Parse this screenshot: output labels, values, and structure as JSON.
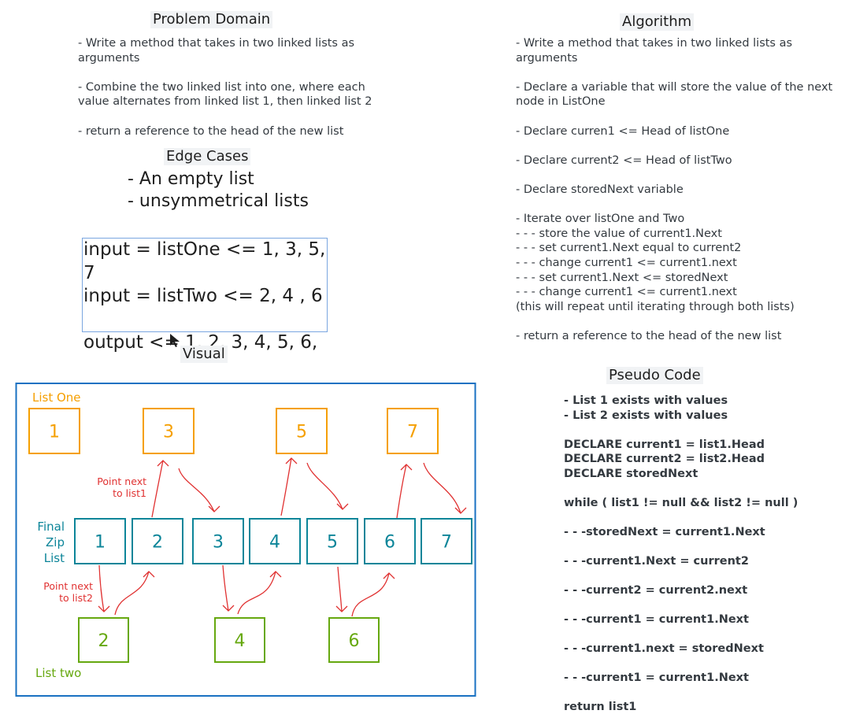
{
  "problem_domain": {
    "heading": "Problem Domain",
    "text": "- Write a method that takes in two linked lists as\narguments\n\n- Combine the two linked list into one, where each\nvalue alternates from linked list 1, then  linked list 2\n\n- return a reference to the head of the new list"
  },
  "edge_cases": {
    "heading": "Edge Cases",
    "text": "- An empty list\n- unsymmetrical lists"
  },
  "example": {
    "text": "input = listOne <= 1, 3, 5, 7\ninput = listTwo <= 2, 4 , 6\n\noutput <= 1, 2, 3, 4, 5, 6,"
  },
  "visual": {
    "heading": "Visual"
  },
  "algorithm": {
    "heading": "Algorithm",
    "text": "- Write a method that takes in two linked lists as\narguments\n\n- Declare a variable that will store the value of the next\nnode in ListOne\n\n- Declare curren1 <= Head of listOne\n\n- Declare current2 <= Head of listTwo\n\n- Declare storedNext variable\n\n- Iterate over listOne and Two\n- - - store the value of current1.Next\n- - - set current1.Next equal to current2\n- - - change current1 <= current1.next\n- - - set current1.Next <= storedNext\n- - - change current1 <= current1.next\n(this will repeat until iterating through both lists)\n\n- return a reference to the head of the new list"
  },
  "pseudo_code": {
    "heading": "Pseudo Code",
    "text": "- List 1 exists with values\n- List 2 exists with values\n\nDECLARE current1 = list1.Head\nDECLARE current2 = list2.Head\nDECLARE storedNext\n\nwhile ( list1 != null && list2 != null )\n\n- - -storedNext = current1.Next\n\n- - -current1.Next = current2\n\n- - -current2 = current2.next\n\n- - -current1 = current1.Next\n\n- - -current1.next = storedNext\n\n- - -current1 = current1.Next\n\nreturn list1"
  },
  "diagram": {
    "list_one_label": "List One",
    "list_two_label": "List two",
    "final_label": "Final\nZip\nList",
    "note_list1": "Point next\nto list1",
    "note_list2": "Point next\nto list2",
    "list_one_values": [
      "1",
      "3",
      "5",
      "7"
    ],
    "list_two_values": [
      "2",
      "4",
      "6"
    ],
    "final_values": [
      "1",
      "2",
      "3",
      "4",
      "5",
      "6",
      "7"
    ],
    "colors": {
      "frame": "#1971c2",
      "list_one": "#f59f00",
      "list_two": "#66a80f",
      "final": "#0c8599",
      "arrows": "#e03131",
      "cursor": "#1e1e1e"
    }
  }
}
